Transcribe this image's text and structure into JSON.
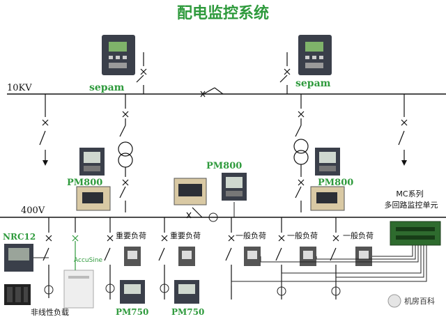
{
  "title": "配电监控系统",
  "bus_10kv": "10KV",
  "bus_400v": "400V",
  "sepam_left": "sepam",
  "sepam_right": "sepam",
  "pm800_left": "PM800",
  "pm800_center": "PM800",
  "pm800_right": "PM800",
  "nrc12": "NRC12",
  "accusine": "AccuSine",
  "load_important_1": "重要负荷",
  "load_important_2": "重要负荷",
  "load_general_1": "一般负荷",
  "load_general_2": "一般负荷",
  "load_general_3": "一般负荷",
  "mc_line1": "MC系列",
  "mc_line2": "多回路监控单元",
  "pm750_left": "PM750",
  "pm750_right": "PM750",
  "nonlinear_load": "非线性负载",
  "watermark": "机房百科",
  "colors": {
    "label_green": "#2e9a3c",
    "device_dark": "#3a3f4a",
    "breaker_beige": "#d9c9a4"
  }
}
